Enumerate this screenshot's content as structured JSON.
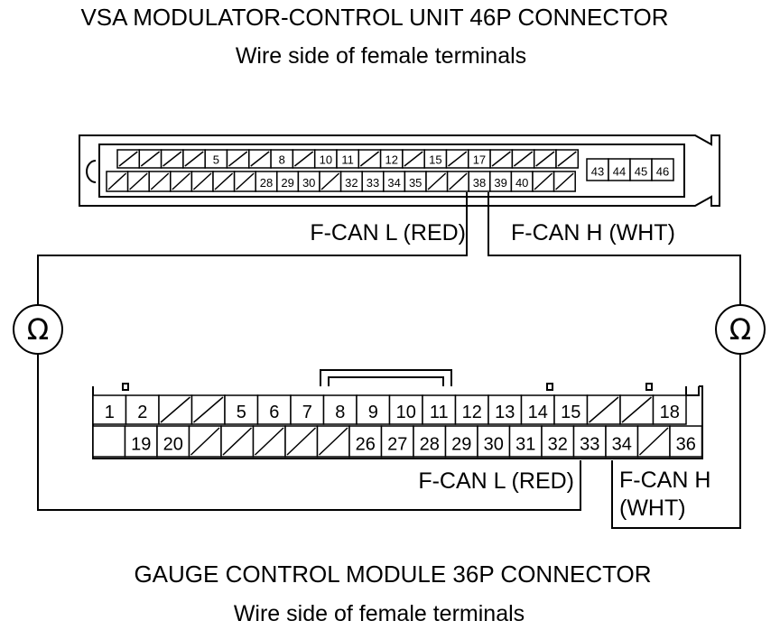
{
  "top_connector": {
    "title": "VSA MODULATOR-CONTROL UNIT 46P CONNECTOR",
    "subtitle": "Wire side of female terminals",
    "row1": [
      "/",
      "/",
      "/",
      "/",
      "5",
      "/",
      "/",
      "8",
      "/",
      "10",
      "11",
      "/",
      "12",
      "/",
      "15",
      "/",
      "17",
      "/",
      "/",
      "/",
      "/"
    ],
    "row2": [
      "/",
      "/",
      "/",
      "/",
      "/",
      "/",
      "/",
      "28",
      "29",
      "30",
      "/",
      "32",
      "33",
      "34",
      "35",
      "/",
      "/",
      "38",
      "39",
      "40",
      "/",
      "/"
    ],
    "side_block": [
      "43",
      "44",
      "45",
      "46"
    ]
  },
  "top_wires": {
    "can_l": "F-CAN L (RED)",
    "can_h": "F-CAN H (WHT)"
  },
  "meters": {
    "symbol": "Ω"
  },
  "bottom_connector": {
    "title": "GAUGE CONTROL MODULE 36P CONNECTOR",
    "subtitle": "Wire side of female terminals",
    "row1": [
      "1",
      "2",
      "/",
      "/",
      "5",
      "6",
      "7",
      "8",
      "9",
      "10",
      "11",
      "12",
      "13",
      "14",
      "15",
      "/",
      "/",
      "18"
    ],
    "row2": [
      "",
      "19",
      "20",
      "/",
      "/",
      "/",
      "/",
      "/",
      "26",
      "27",
      "28",
      "29",
      "30",
      "31",
      "32",
      "33",
      "34",
      "/",
      "36"
    ]
  },
  "bottom_wires": {
    "can_l": "F-CAN L (RED)",
    "can_h_line1": "F-CAN H",
    "can_h_line2": "(WHT)"
  }
}
